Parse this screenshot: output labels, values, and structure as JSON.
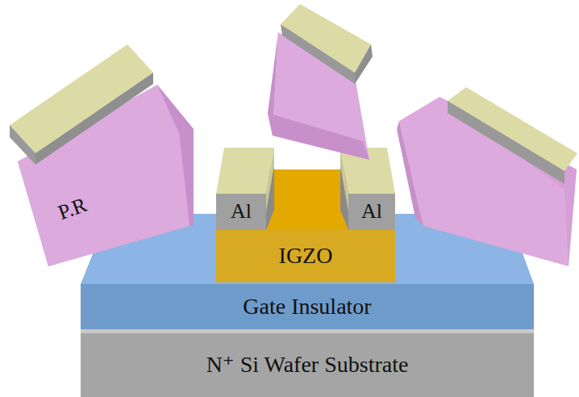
{
  "diagram": {
    "nodes": [
      {
        "text": [
          "P.R"
        ]
      },
      {
        "text": [
          "Al"
        ]
      },
      {
        "text": [
          "Al"
        ]
      },
      {
        "text": [
          "IGZO"
        ]
      },
      {
        "text": [
          "Gate Insulator"
        ]
      },
      {
        "text": [
          "N⁺ Si Wafer Substrate"
        ]
      }
    ]
  }
}
